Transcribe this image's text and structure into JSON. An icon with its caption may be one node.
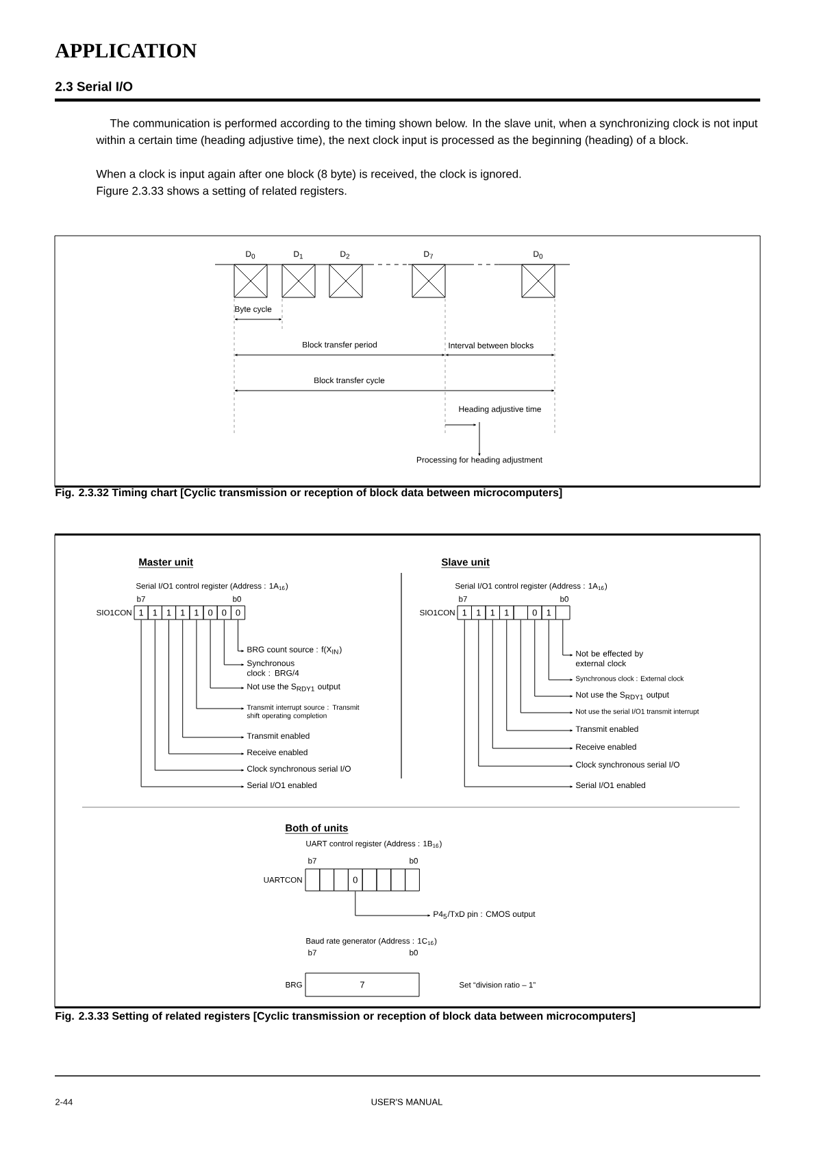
{
  "diagram": {
    "nodes": [
      {
        "text": [
          "Processing for heading adjustment"
        ]
      },
      {
        "text": [
          "1"
        ]
      },
      {
        "text": [
          "1"
        ]
      },
      {
        "text": [
          "1"
        ]
      },
      {
        "text": [
          "1"
        ]
      },
      {
        "text": [
          "1"
        ]
      },
      {
        "text": [
          "0"
        ]
      },
      {
        "text": [
          "0"
        ]
      },
      {
        "text": [
          "0"
        ]
      },
      {
        "text": [
          "BRG count source : f(X$_{IN}$)"
        ]
      },
      {
        "text": [
          "Synchronous clock : BRG/4"
        ]
      },
      {
        "text": [
          "Not use the S$_{RDY1}$ output"
        ]
      },
      {
        "text": [
          "Transmit interrupt source : Transmit shift operating completion"
        ]
      },
      {
        "text": [
          "Transmit enabled"
        ]
      },
      {
        "text": [
          "Receive enabled"
        ]
      },
      {
        "text": [
          "Clock synchronous serial I/O"
        ]
      },
      {
        "text": [
          "Serial I/O1 enabled"
        ]
      },
      {
        "text": [
          "1"
        ]
      },
      {
        "text": [
          "1"
        ]
      },
      {
        "text": [
          "1"
        ]
      },
      {
        "text": [
          "1"
        ]
      },
      {
        "text": [],
        "shape": "box"
      },
      {
        "text": [
          "0"
        ]
      },
      {
        "text": [
          "1"
        ]
      },
      {
        "text": [],
        "shape": "box"
      },
      {
        "text": [
          "Not be effected by external clock"
        ]
      },
      {
        "text": [
          "Synchronous clock : External clock"
        ]
      },
      {
        "text": [
          "Not use the S$_{RDY1}$ output"
        ]
      },
      {
        "text": [
          "Not use the serial I/O1 transmit interrupt"
        ]
      },
      {
        "text": [
          "Transmit enabled"
        ]
      },
      {
        "text": [
          "Receive enabled"
        ]
      },
      {
        "text": [
          "Clock synchronous serial I/O"
        ]
      },
      {
        "text": [
          "Serial I/O1 enabled"
        ]
      },
      {
        "text": [],
        "shape": "box"
      },
      {
        "text": [],
        "shape": "box"
      },
      {
        "text": [],
        "shape": "box"
      },
      {
        "text": [
          "0"
        ]
      },
      {
        "text": [],
        "shape": "box"
      },
      {
        "text": [],
        "shape": "box"
      },
      {
        "text": [],
        "shape": "box"
      },
      {
        "text": [],
        "shape": "box"
      },
      {
        "text": [
          "P4$_{5}$/TxD pin : CMOS output"
        ]
      },
      {
        "text": [
          "7"
        ]
      },
      {
        "text": [
          "Heading adjustive time"
        ]
      }
    ],
    "edges": [
      {
        "from": 43,
        "to": 0,
        "arrow": "to"
      },
      {
        "from": 8,
        "to": 9,
        "arrow": "to"
      },
      {
        "from": 7,
        "to": 10,
        "arrow": "to"
      },
      {
        "from": 6,
        "to": 11,
        "arrow": "to"
      },
      {
        "from": 5,
        "to": 12,
        "arrow": "to"
      },
      {
        "from": 4,
        "to": 13,
        "arrow": "to"
      },
      {
        "from": 3,
        "to": 14,
        "arrow": "to"
      },
      {
        "from": 2,
        "to": 15,
        "arrow": "to"
      },
      {
        "from": 1,
        "to": 16,
        "arrow": "to"
      },
      {
        "from": 24,
        "to": 25,
        "arrow": "to"
      },
      {
        "from": 23,
        "to": 26,
        "arrow": "to"
      },
      {
        "from": 22,
        "to": 27,
        "arrow": "to"
      },
      {
        "from": 21,
        "to": 28,
        "arrow": "to"
      },
      {
        "from": 20,
        "to": 29,
        "arrow": "to"
      },
      {
        "from": 19,
        "to": 30,
        "arrow": "to"
      },
      {
        "from": 18,
        "to": 31,
        "arrow": "to"
      },
      {
        "from": 17,
        "to": 32,
        "arrow": "to"
      },
      {
        "from": 36,
        "to": 41,
        "arrow": "to"
      }
    ],
    "labels": [
      "APPLICATION",
      "2.3 Serial I/O",
      "The communication is performed according to the timing shown below. In the slave unit, when a synchronizing clock is not input within a certain time (heading adjustive time), the next clock input is processed as the beginning (heading) of a block.",
      "When a clock is input again after one block (8 byte) is received, the clock is ignored.",
      "Figure 2.3.33 shows a setting of related registers.",
      "D$_{0}$",
      "D$_{1}$",
      "D$_{2}$",
      "D$_{7}$",
      "D$_{0}$",
      "Byte cycle",
      "Block transfer period",
      "Interval between blocks",
      "Block transfer cycle",
      "Fig. 2.3.32 Timing chart [Cyclic transmission or reception of block data between microcomputers]",
      "Master unit",
      "Serial I/O1 control register (Address : 1A$_{16}$)",
      "b7",
      "b0",
      "SIO1CON",
      "Slave unit",
      "Serial I/O1 control register (Address : 1A$_{16}$)",
      "b7",
      "b0",
      "SIO1CON",
      "Both of units",
      "UART control register (Address : 1B$_{16}$)",
      "b7",
      "b0",
      "UARTCON",
      "Baud rate generator (Address : 1C$_{16}$)",
      "b7",
      "b0",
      "BRG",
      "Set “division ratio – 1”",
      "Fig. 2.3.33 Setting of related registers [Cyclic transmission or reception of block data between microcomputers]",
      "2-44",
      "USER'S MANUAL"
    ]
  }
}
